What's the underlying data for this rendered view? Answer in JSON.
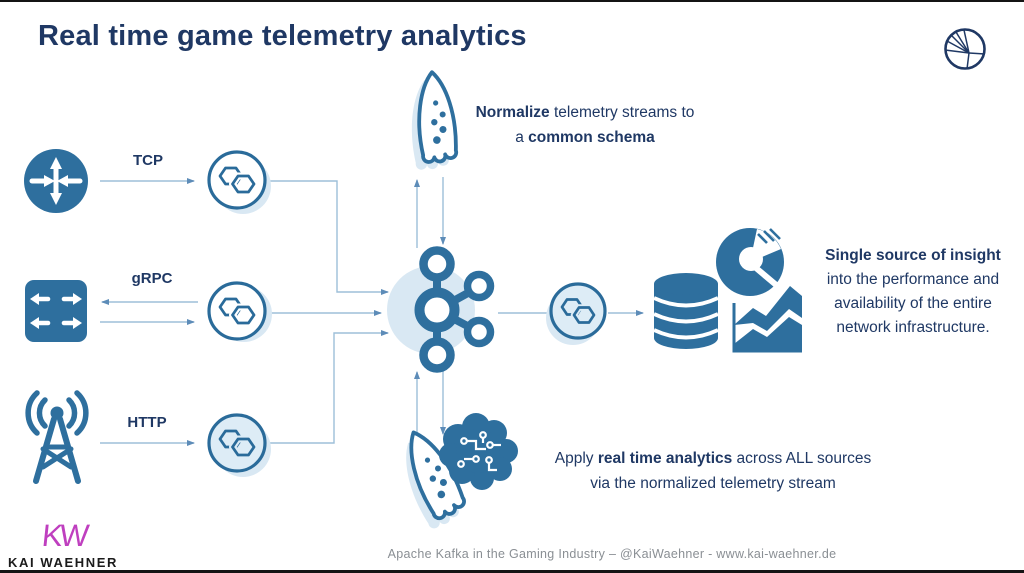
{
  "slide": {
    "title": "Real time game telemetry analytics",
    "footer": "Apache Kafka in the Gaming Industry – @KaiWaehner - www.kai-waehner.de"
  },
  "branding": {
    "monogram": "KW",
    "name": "KAI WAEHNER",
    "corner_logo": "confluent-logo"
  },
  "sources": [
    {
      "label": "TCP",
      "icon": "router-icon",
      "flow": "one-way"
    },
    {
      "label": "gRPC",
      "icon": "switch-icon",
      "flow": "two-way"
    },
    {
      "label": "HTTP",
      "icon": "antenna-icon",
      "flow": "one-way"
    }
  ],
  "pipeline": {
    "ingest_icon": "connector-icon",
    "hub_icon": "kafka-icon",
    "sink_icon": "connector-icon",
    "storage_icon": "database-icon",
    "viz_icons": [
      "donut-chart-icon",
      "area-chart-icon"
    ],
    "processing_icons": [
      "rocket-icon",
      "ai-brain-icon"
    ]
  },
  "notes": {
    "normalize": {
      "b1": "Normalize",
      "t1": " telemetry streams to",
      "t2": "a ",
      "b2": "common schema"
    },
    "analytics": {
      "t1": "Apply ",
      "b1": "real time analytics",
      "t2": " across ALL sources",
      "line2": "via the normalized telemetry stream"
    },
    "insight": {
      "b1": "Single source of insight",
      "l2": "into the performance and",
      "l3": "availability of the entire",
      "l4": "network infrastructure."
    }
  },
  "colors": {
    "navy": "#1f3864",
    "icon_blue": "#2e6f9e",
    "ring_blue": "#2a6b9a",
    "light_blue": "#d9e8f3",
    "line_blue": "#9dbfd9",
    "arrow_blue": "#5d8cb8",
    "magenta": "#bf3fbf",
    "footer_gray": "#8a8f94"
  }
}
